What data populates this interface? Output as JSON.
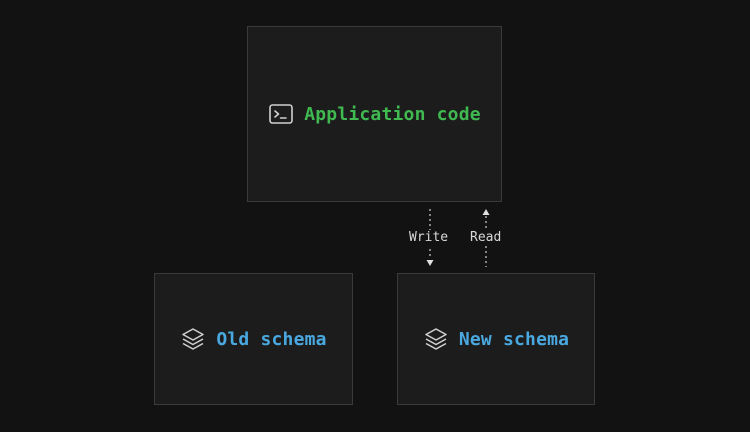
{
  "nodes": {
    "app": {
      "label": "Application code",
      "icon": "terminal-icon",
      "color": "#3fb950"
    },
    "old": {
      "label": "Old schema",
      "icon": "layers-icon",
      "color": "#4aa8e0"
    },
    "new": {
      "label": "New schema",
      "icon": "layers-icon",
      "color": "#4aa8e0"
    }
  },
  "edges": [
    {
      "from": "app",
      "to": "new",
      "label": "Write"
    },
    {
      "from": "new",
      "to": "app",
      "label": "Read"
    }
  ]
}
